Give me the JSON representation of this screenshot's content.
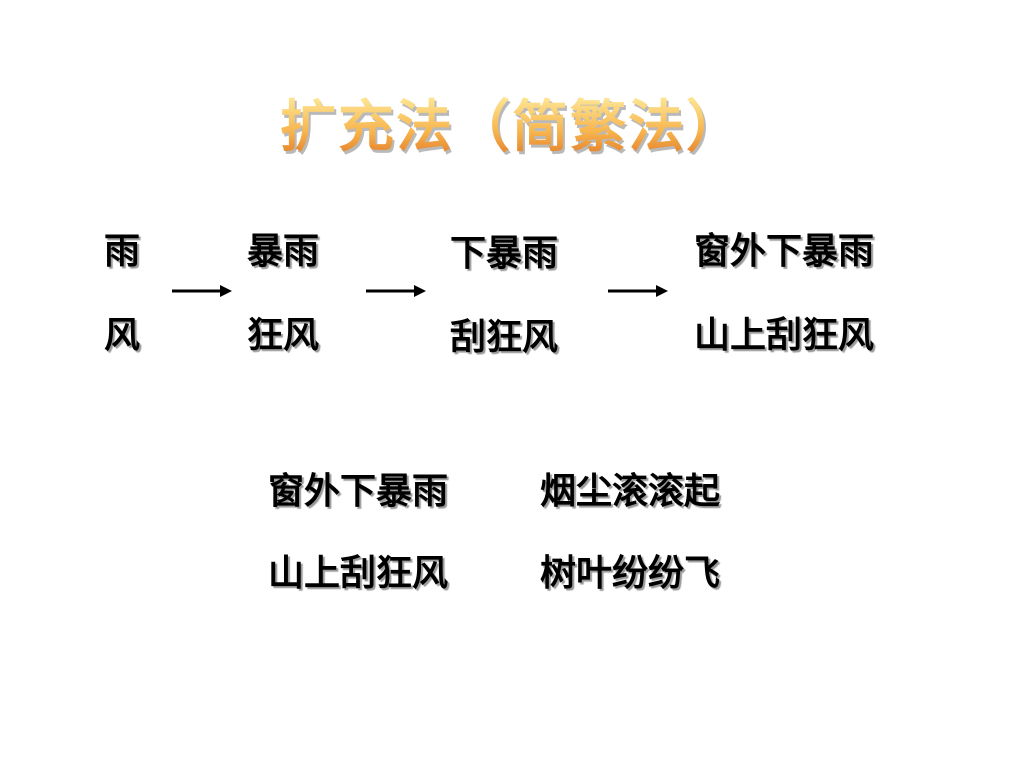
{
  "slide": {
    "title": "扩充法（简繁法）",
    "expansion": {
      "steps": [
        {
          "line1": "雨",
          "line2": "风"
        },
        {
          "line1": "暴雨",
          "line2": "狂风"
        },
        {
          "line1": "下暴雨",
          "line2": "刮狂风"
        },
        {
          "line1": "窗外下暴雨",
          "line2": "山上刮狂风"
        }
      ],
      "arrow_icon": "right-arrow-icon"
    },
    "sentences": {
      "line1": [
        "窗外下暴雨",
        "烟尘滚滚起"
      ],
      "line2": [
        "山上刮狂风",
        "树叶纷纷飞"
      ]
    },
    "colors": {
      "title_gradient_top": "#fff3a8",
      "title_gradient_mid": "#f7b44c",
      "title_gradient_bottom": "#d9661c",
      "text": "#000000",
      "background": "#ffffff"
    }
  }
}
